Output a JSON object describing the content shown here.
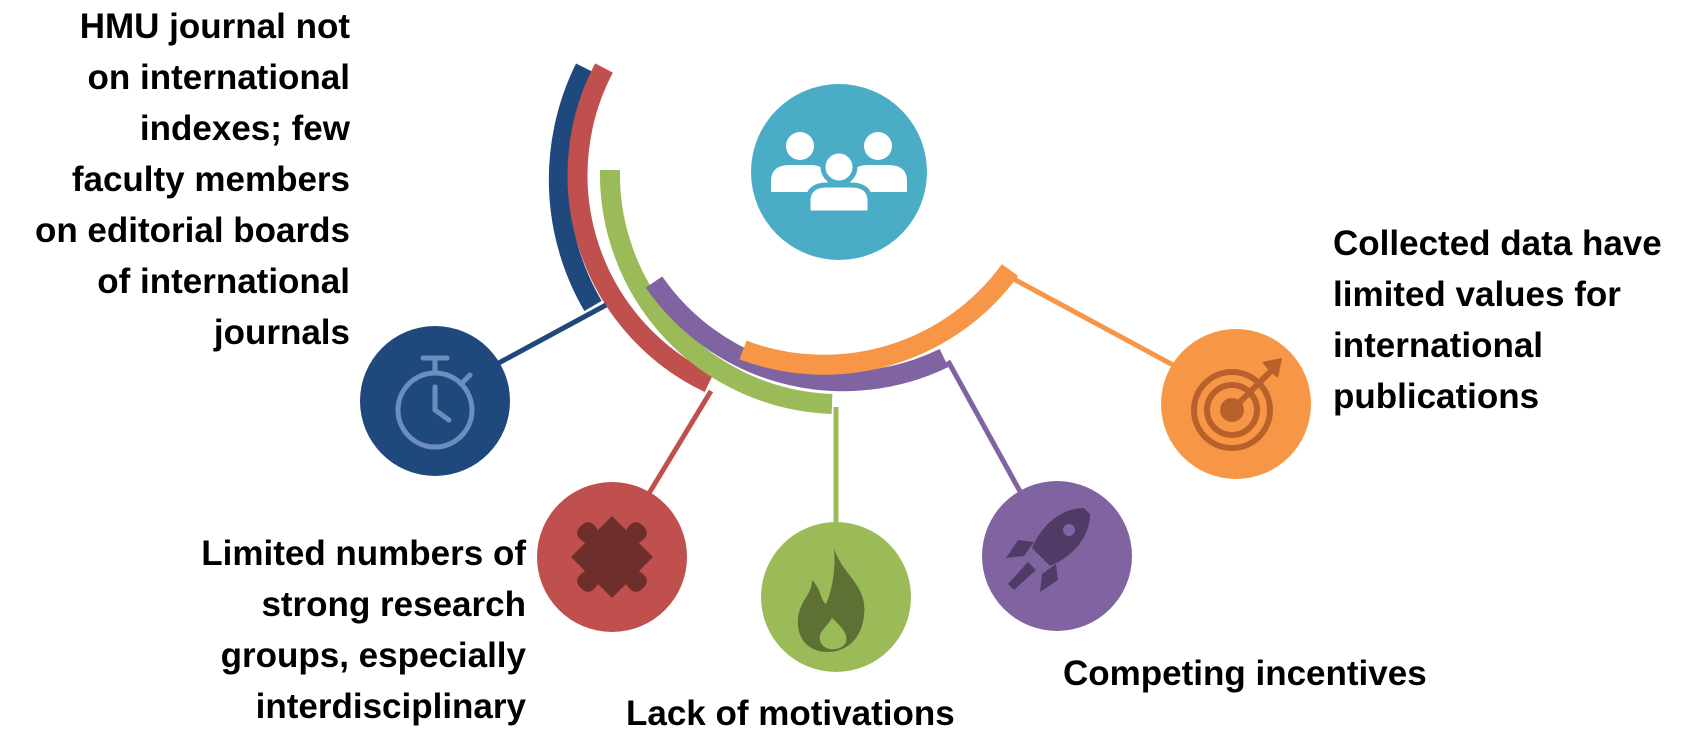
{
  "center": {
    "icon": "people-group-icon",
    "color": "#4BACC6",
    "icon_color": "#ffffff"
  },
  "nodes": [
    {
      "id": "journal",
      "icon": "stopwatch-icon",
      "color": "#1F497D",
      "icon_color": "#6C8EBF",
      "label": "HMU journal not\non international\nindexes; few\nfaculty members\non editorial boards\nof international\njournals"
    },
    {
      "id": "groups",
      "icon": "puzzle-piece-icon",
      "color": "#C0504D",
      "icon_color": "#6E2E2C",
      "label": "Limited numbers of\nstrong research\ngroups, especially\ninterdisciplinary"
    },
    {
      "id": "motivation",
      "icon": "flame-icon",
      "color": "#9BBB59",
      "icon_color": "#5E7034",
      "label": "Lack of motivations"
    },
    {
      "id": "incentives",
      "icon": "rocket-icon",
      "color": "#8064A2",
      "icon_color": "#4E3C66",
      "label": "Competing incentives"
    },
    {
      "id": "data",
      "icon": "target-arrow-icon",
      "color": "#F79646",
      "icon_color": "#B8612A",
      "label": "Collected data have\nlimited values for\ninternational\npublications"
    }
  ]
}
